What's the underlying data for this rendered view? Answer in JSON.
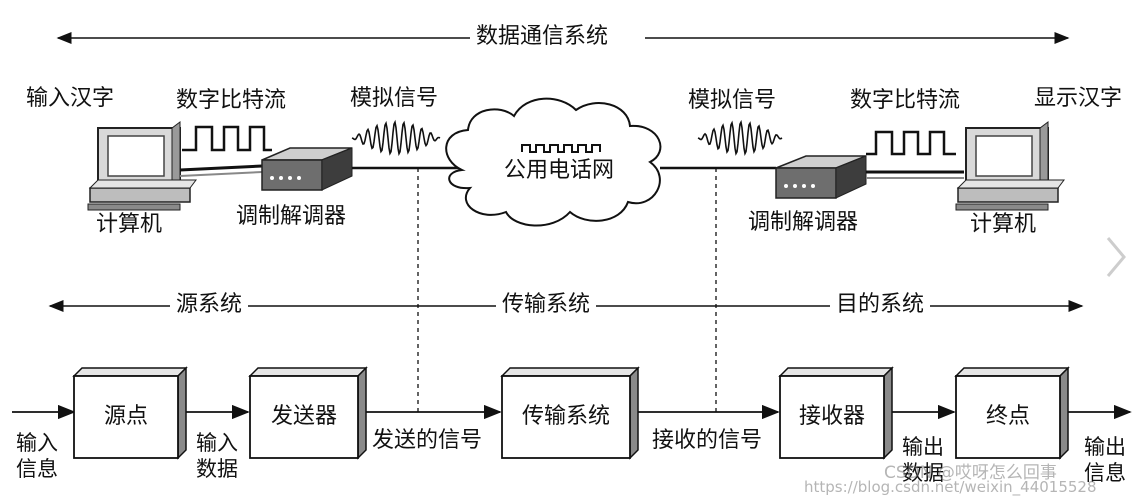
{
  "top": {
    "title": "数据通信系统",
    "left_input": "输入汉字",
    "left_bitstream": "数字比特流",
    "left_analog": "模拟信号",
    "network": "公用电话网",
    "right_analog": "模拟信号",
    "right_bitstream": "数字比特流",
    "right_output": "显示汉字",
    "left_computer": "计算机",
    "left_modem": "调制解调器",
    "right_modem": "调制解调器",
    "right_computer": "计算机"
  },
  "middle": {
    "source_system": "源系统",
    "transmission_system": "传输系统",
    "destination_system": "目的系统"
  },
  "bottom": {
    "boxes": {
      "source": "源点",
      "transmitter": "发送器",
      "transmission": "传输系统",
      "receiver": "接收器",
      "destination": "终点"
    },
    "input_info": [
      "输入",
      "信息"
    ],
    "input_data": [
      "输入",
      "数据"
    ],
    "sent_signal": "发送的信号",
    "received_signal": "接收的信号",
    "output_data": [
      "输出",
      "数据"
    ],
    "output_info": [
      "输出",
      "信息"
    ]
  },
  "watermark": {
    "line1": "CSDN @哎呀怎么回事",
    "line2": "https://blog.csdn.net/weixin_44015528"
  }
}
